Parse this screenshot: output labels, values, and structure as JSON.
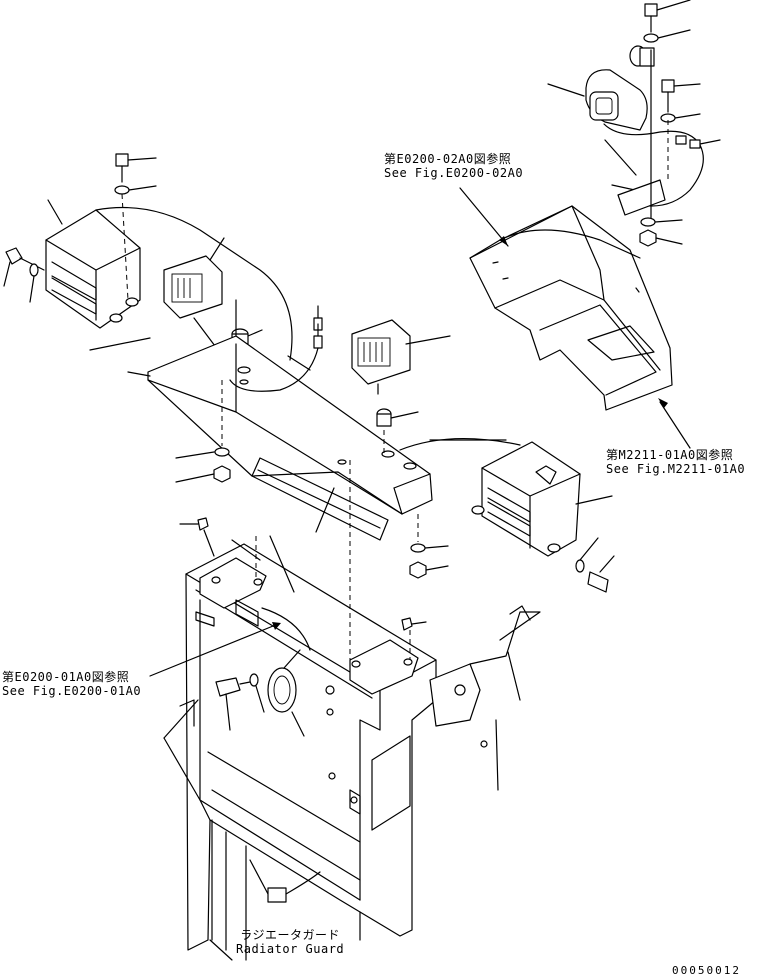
{
  "references": {
    "fig_a_jp": "第E0200-02A0図参照",
    "fig_a_en": "See Fig.E0200-02A0",
    "fig_b_jp": "第M2211-01A0図参照",
    "fig_b_en": "See Fig.M2211-01A0",
    "fig_c_jp": "第E0200-01A0図参照",
    "fig_c_en": "See Fig.E0200-01A0"
  },
  "part_label": {
    "jp": "ラジエータガード",
    "en": "Radiator Guard"
  },
  "drawing_number": "00050012"
}
